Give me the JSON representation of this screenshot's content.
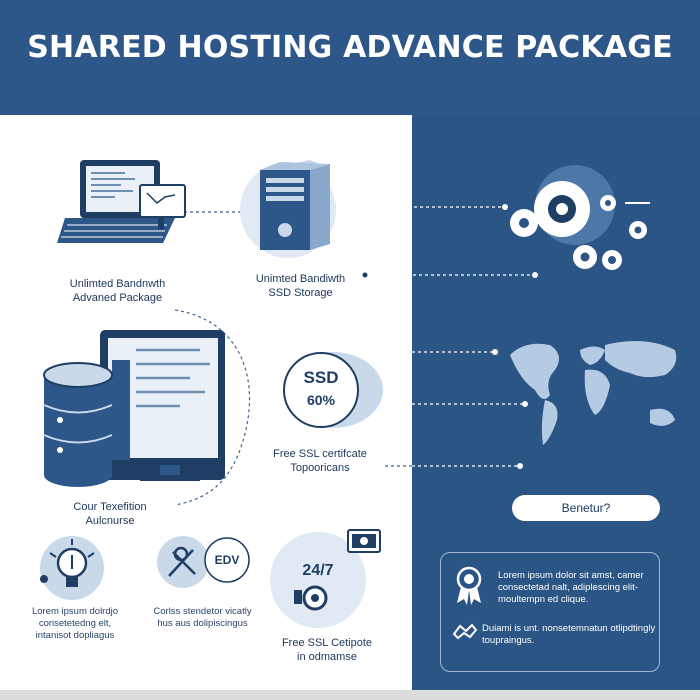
{
  "header": {
    "title": "SHARED HOSTING ADVANCE PACKAGE"
  },
  "features": {
    "laptop_label": [
      "Unlimted Bandnwth",
      "Advaned Package"
    ],
    "server_label": [
      "Unimted Bandiwth",
      "SSD Storage"
    ],
    "ssd_badge": {
      "line1": "SSD",
      "line2": "60%"
    },
    "ssl_label": [
      "Free SSL certifcate",
      "Topooricans"
    ],
    "database_label": [
      "Cour Texefition",
      "Aulcnurse"
    ],
    "bulb_text": [
      "Lorem ipsum dolrdjo",
      "consetetedng elt,",
      "intanisot dopliagus"
    ],
    "edv_badge": "EDV",
    "edv_text": [
      "Corlss stendetor vicatly",
      "hus aus dolipiscingus"
    ],
    "support_badge": "24/7",
    "support_label": [
      "Free SSL Cetipote",
      "in odmamse"
    ]
  },
  "right_panel": {
    "pill_button": "Benetur?",
    "info_box": {
      "text1": [
        "Lorem ipsum dolor sit amst, camer",
        "consectetad nalt, adiplescing elit-",
        "moultempn ed clique."
      ],
      "text2": [
        "Duiami is unt. nonsetemnatun otlipdtingly",
        "toupraingus."
      ]
    }
  },
  "colors": {
    "header_bg": "#2d5788",
    "panel_bg": "#2b5584",
    "accent": "#1f3e63",
    "light": "#c9d9ea"
  }
}
